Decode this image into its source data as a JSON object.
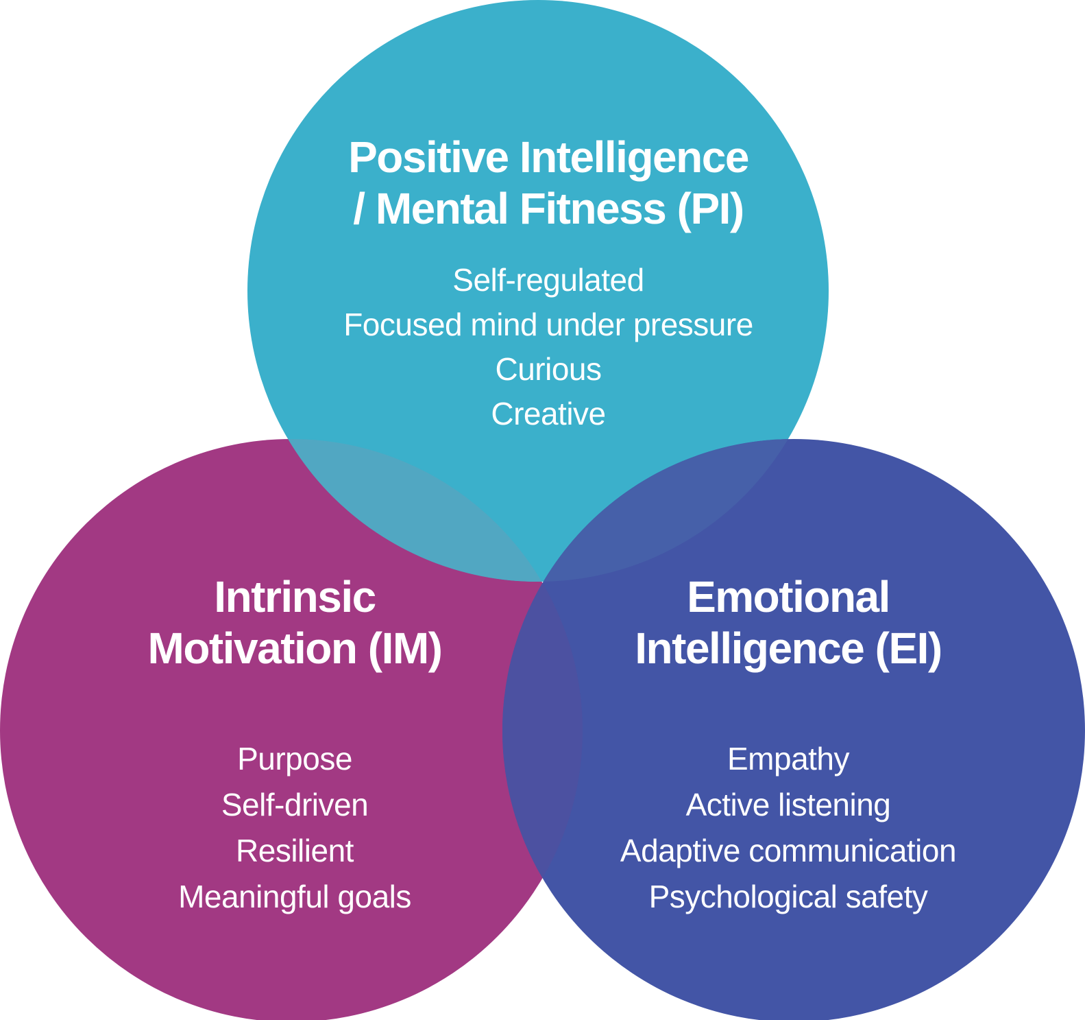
{
  "venn": {
    "background": "#FFFFFF",
    "text_color": "#FFFFFF",
    "circles": [
      {
        "id": "pi",
        "title_lines": [
          "Positive Intelligence",
          "/ Mental Fitness (PI)"
        ],
        "items": [
          "Self-regulated",
          "Focused mind under pressure",
          "Curious",
          "Creative"
        ],
        "color": "#3BB0CB"
      },
      {
        "id": "im",
        "title_lines": [
          "Intrinsic",
          "Motivation (IM)"
        ],
        "items": [
          "Purpose",
          "Self-driven",
          "Resilient",
          "Meaningful goals"
        ],
        "color": "#A23983"
      },
      {
        "id": "ei",
        "title_lines": [
          "Emotional",
          "Intelligence (EI)"
        ],
        "items": [
          "Empathy",
          "Active listening",
          "Adaptive communication",
          "Psychological safety"
        ],
        "color": "#4355A6"
      }
    ],
    "overlap_colors": {
      "pi_im": "#51A7C2",
      "pi_ei": "#4660A9",
      "im_ei": "#4C51A1"
    }
  }
}
